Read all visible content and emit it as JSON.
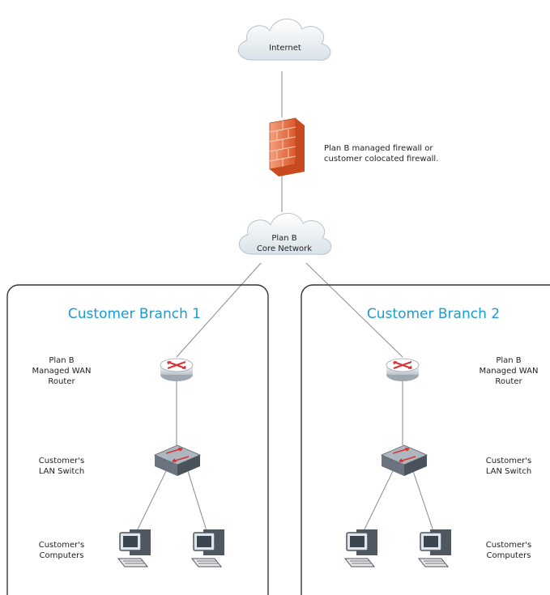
{
  "colors": {
    "accent": "#1a9bd7",
    "cloud": "#e8eef2",
    "firewall": "#e8764a",
    "router_arrows": "#d63333"
  },
  "nodes": {
    "internet": {
      "label_lines": [
        "Internet"
      ],
      "icon": "cloud-icon"
    },
    "firewall": {
      "icon": "firewall-icon",
      "note_lines": [
        "Plan B managed firewall or",
        "customer colocated firewall."
      ]
    },
    "core": {
      "label_lines": [
        "Plan B",
        "Core Network"
      ],
      "icon": "cloud-icon"
    }
  },
  "branches": [
    {
      "title": "Customer Branch 1",
      "router_label": [
        "Plan B",
        "Managed WAN",
        "Router"
      ],
      "switch_label": [
        "Customer's",
        "LAN Switch"
      ],
      "computers_label": [
        "Customer's",
        "Computers"
      ]
    },
    {
      "title": "Customer Branch 2",
      "router_label": [
        "Plan B",
        "Managed WAN",
        "Router"
      ],
      "switch_label": [
        "Customer's",
        "LAN Switch"
      ],
      "computers_label": [
        "Customer's",
        "Computers"
      ]
    }
  ]
}
